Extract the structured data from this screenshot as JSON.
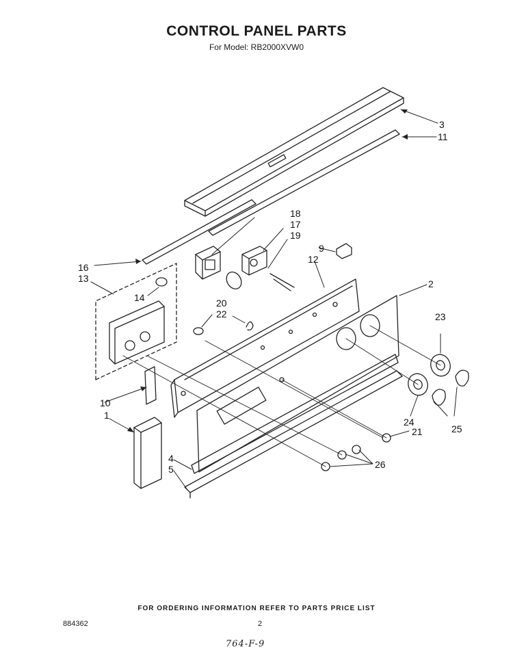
{
  "header": {
    "title": "CONTROL PANEL PARTS",
    "subtitle": "For Model: RB2000XVW0"
  },
  "callouts": {
    "c1": "1",
    "c2": "2",
    "c3": "3",
    "c4": "4",
    "c5": "5",
    "c9": "9",
    "c10": "10",
    "c11": "11",
    "c12": "12",
    "c13": "13",
    "c14": "14",
    "c16": "16",
    "c17": "17",
    "c18": "18",
    "c19": "19",
    "c20": "20",
    "c21": "21",
    "c22": "22",
    "c23": "23",
    "c24": "24",
    "c25": "25",
    "c26": "26"
  },
  "footer": {
    "note": "FOR ORDERING INFORMATION REFER TO PARTS PRICE LIST",
    "doc_number": "884362",
    "page_number": "2",
    "handwritten": "764-F-9"
  }
}
